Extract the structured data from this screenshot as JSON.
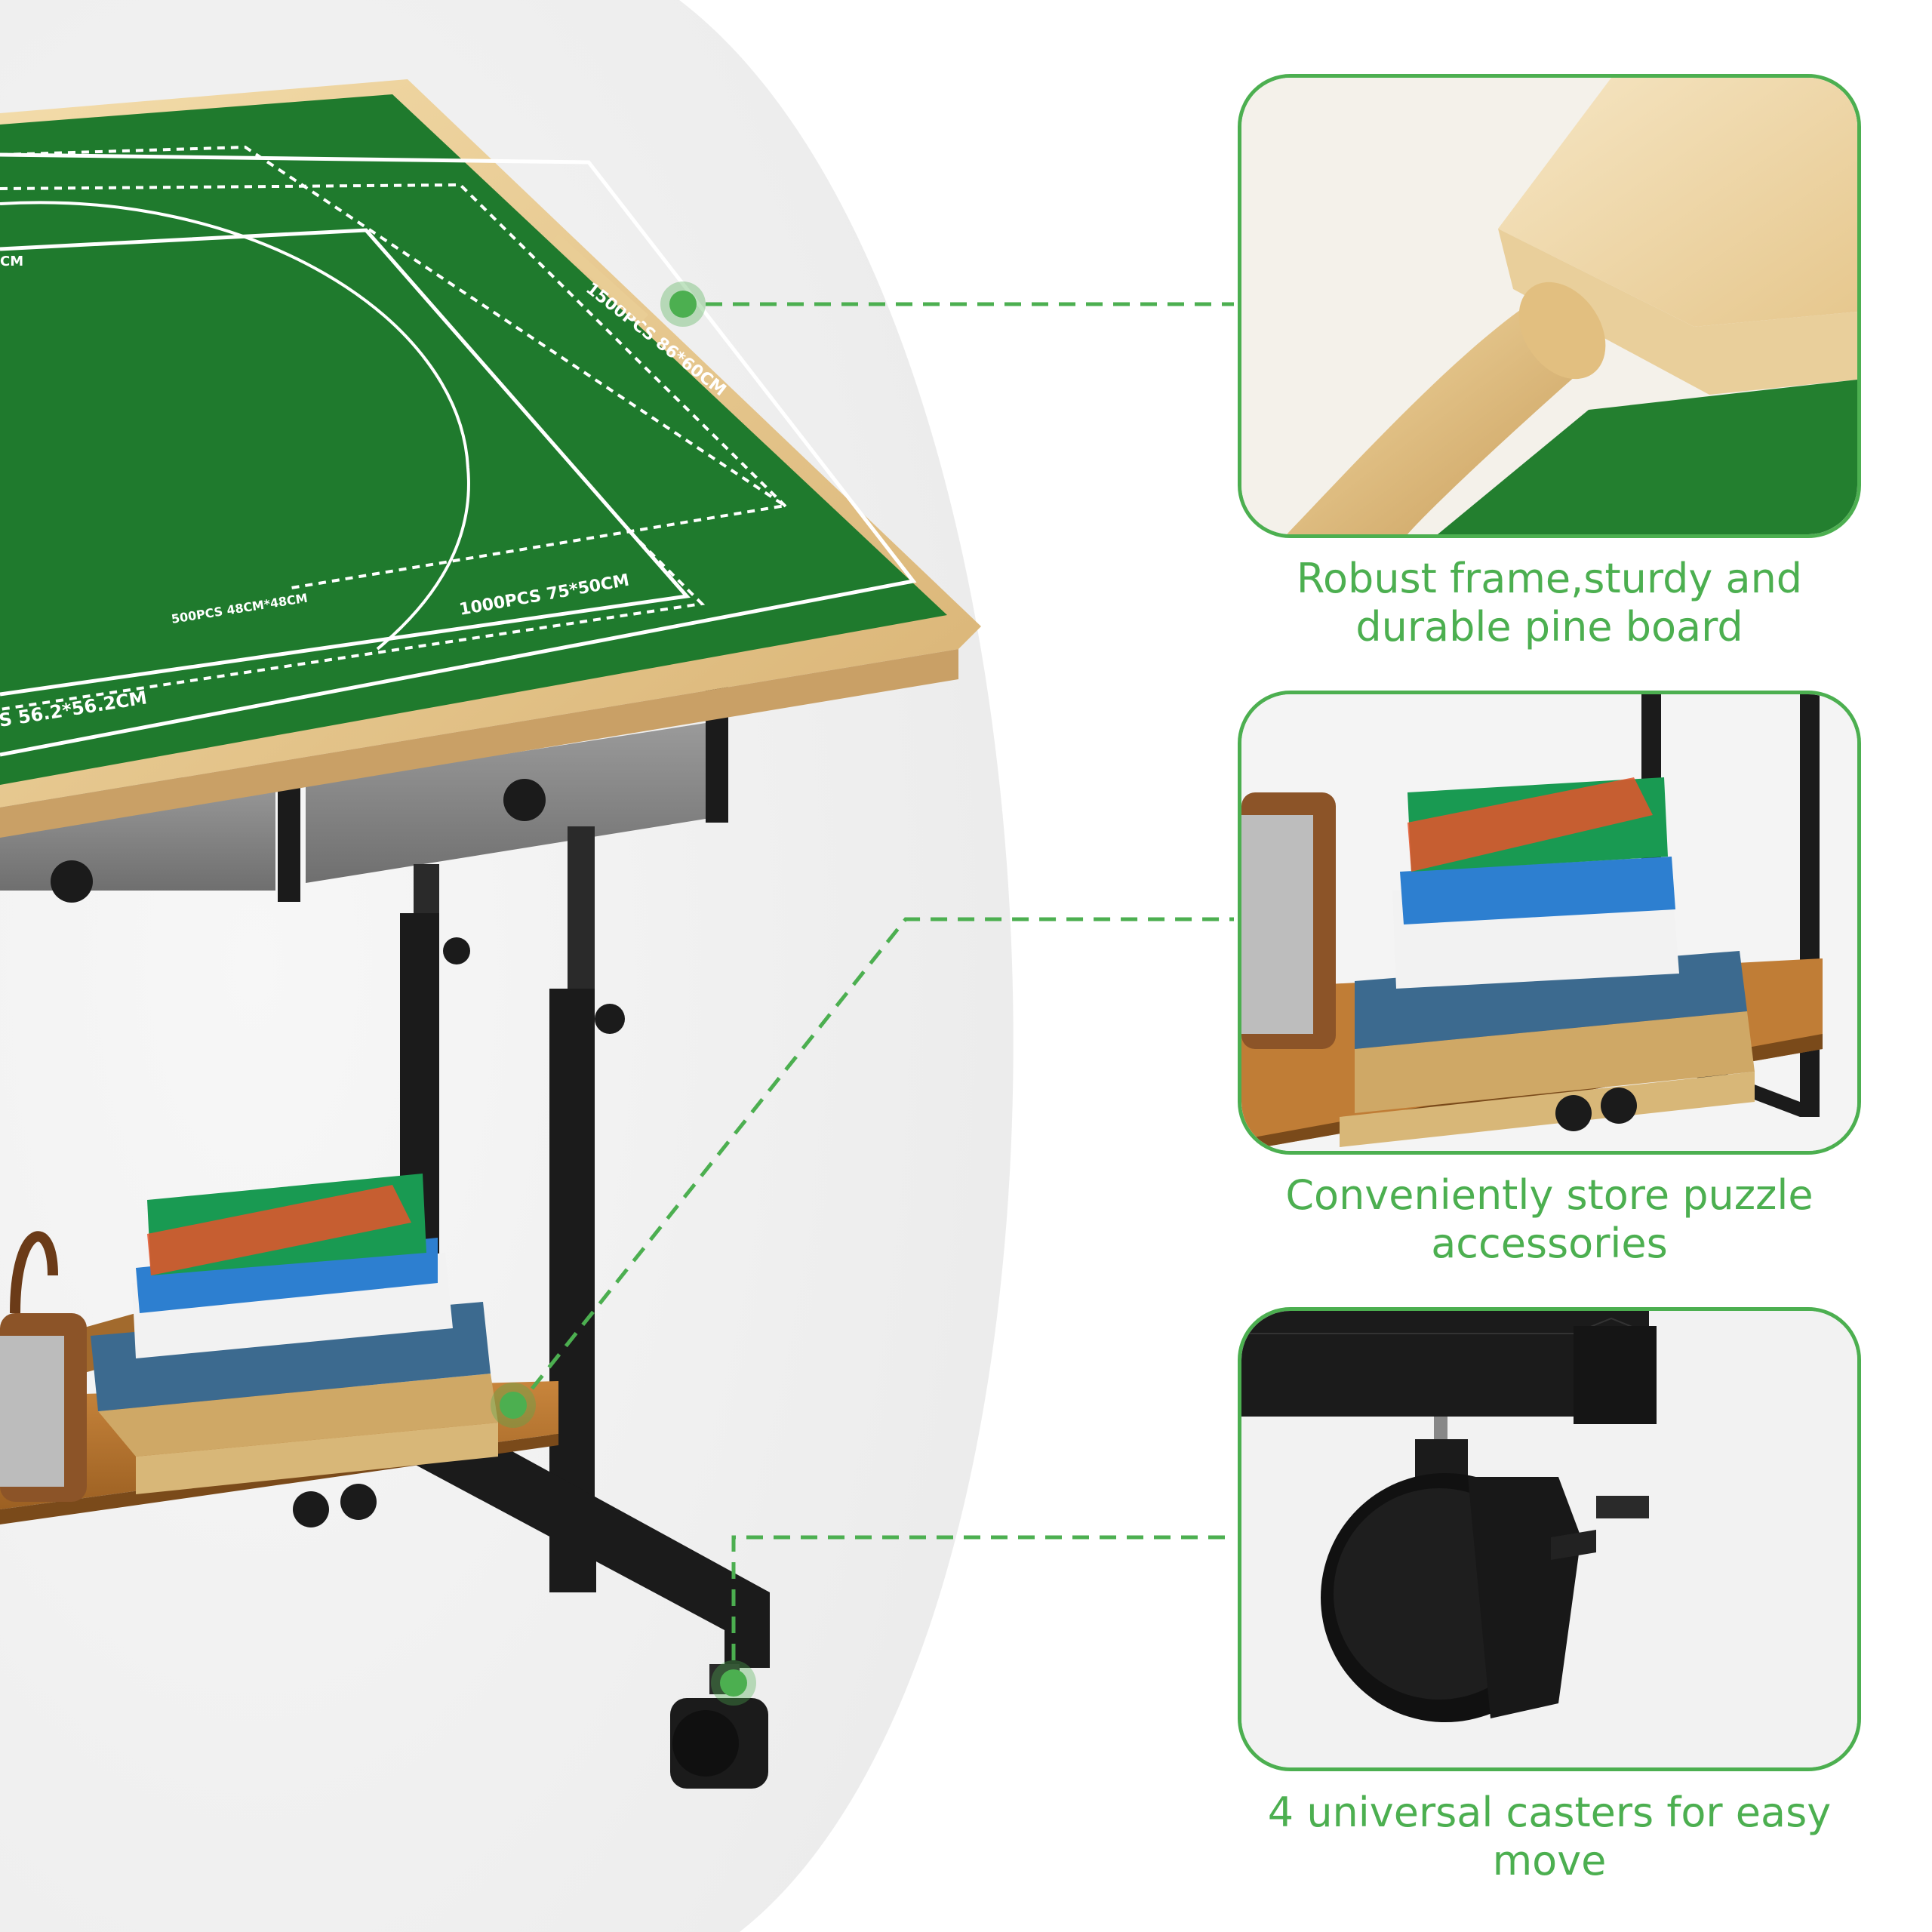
{
  "features": [
    {
      "caption": "Robust frame,sturdy and durable pine board"
    },
    {
      "caption": "Conveniently store puzzle accessories"
    },
    {
      "caption": "4 universal casters for easy move"
    }
  ],
  "mat_labels": {
    "size_1500": "1500PCS 86*60CM",
    "size_1000": "1000PCS 75*50CM",
    "size_500": "500PCS 48CM*48CM",
    "size_board": "S 56.2*56.2CM",
    "size_fragment": "CM"
  },
  "colors": {
    "accent": "#4caf50",
    "felt": "#1f7a2d",
    "pine": "#e8c98f",
    "steel": "#1b1b1b"
  }
}
